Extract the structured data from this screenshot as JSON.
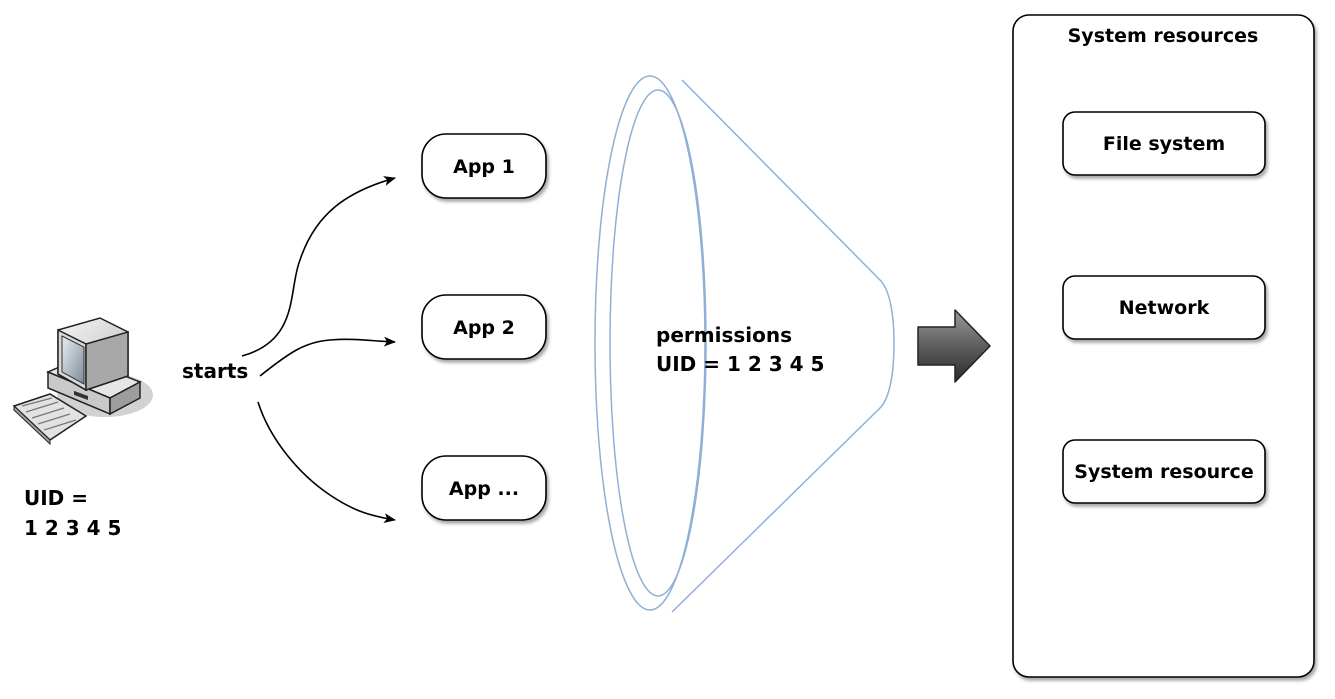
{
  "user": {
    "computer_icon": "desktop-computer-icon",
    "uid_line1": "UID =",
    "uid_line2": "1 2 3 4 5"
  },
  "action_label": "starts",
  "apps": [
    {
      "label": "App 1"
    },
    {
      "label": "App 2"
    },
    {
      "label": "App ..."
    }
  ],
  "funnel": {
    "line1": "permissions",
    "line2": "UID = 1 2 3 4 5",
    "stroke_color": "#8fb0d4"
  },
  "arrow_icon": "right-arrow-icon",
  "system_resources": {
    "title": "System resources",
    "items": [
      {
        "label": "File system"
      },
      {
        "label": "Network"
      },
      {
        "label": "System resource"
      }
    ]
  }
}
